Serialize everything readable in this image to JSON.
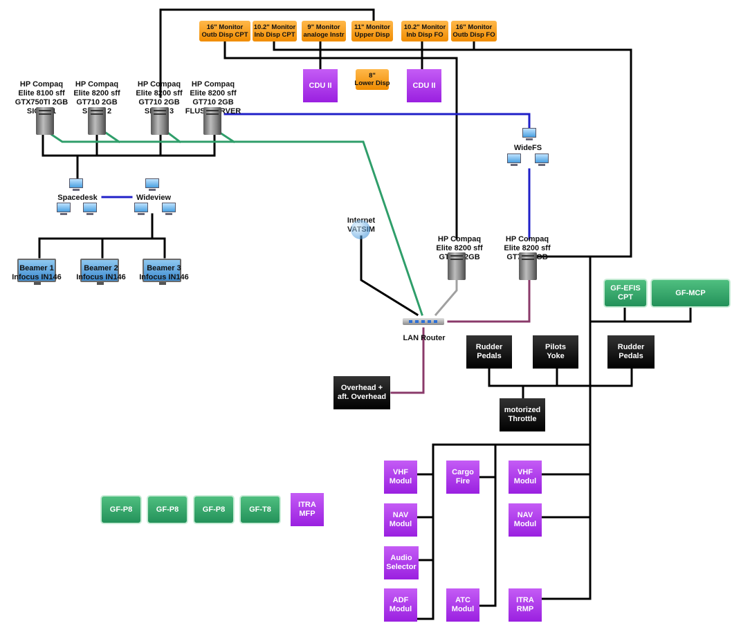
{
  "monitors": [
    {
      "id": "m16cpt",
      "line1": "16\" Monitor",
      "line2": "Outb Disp CPT"
    },
    {
      "id": "m102cpt",
      "line1": "10.2\" Monitor",
      "line2": "Inb Disp CPT"
    },
    {
      "id": "m9",
      "line1": "9\" Monitor",
      "line2": "analoge Instr"
    },
    {
      "id": "m11",
      "line1": "11\" Monitor",
      "line2": "Upper Disp"
    },
    {
      "id": "m102fo",
      "line1": "10.2\" Monitor",
      "line2": "Inb Disp FO"
    },
    {
      "id": "m16fo",
      "line1": "16\" Monitor",
      "line2": "Outb Disp FO"
    }
  ],
  "lower_disp": {
    "line1": "8\"",
    "line2": "Lower Disp"
  },
  "cdu": [
    "CDU II",
    "CDU II"
  ],
  "pcs": [
    {
      "line1": "HP Compaq",
      "line2": "Elite 8100 sff",
      "line3": "GTX750TI 2GB",
      "line4": "SICHT 1"
    },
    {
      "line1": "HP Compaq",
      "line2": "Elite 8200 sff",
      "line3": "GT710 2GB",
      "line4": "SICHT 2"
    },
    {
      "line1": "HP Compaq",
      "line2": "Elite 8200 sff",
      "line3": "GT710 2GB",
      "line4": "SICHT 3"
    },
    {
      "line1": "HP Compaq",
      "line2": "Elite 8200 sff",
      "line3": "GT710 2GB",
      "line4": "FLUSI-SERVER"
    },
    {
      "line1": "HP Compaq",
      "line2": "Elite 8200 sff",
      "line3": "GT710 2GB",
      "line4": ""
    },
    {
      "line1": "HP Compaq",
      "line2": "Elite 8200 sff",
      "line3": "GT710 2GB",
      "line4": ""
    }
  ],
  "spacedesk": "Spacedesk",
  "wideview": "Wideview",
  "widefs": "WideFS",
  "internet": {
    "line1": "Internet",
    "line2": "VATSIM"
  },
  "router": "LAN Router",
  "beamers": [
    {
      "line1": "Beamer 1",
      "line2": "Infocus IN146"
    },
    {
      "line1": "Beamer 2",
      "line2": "Infocus IN146"
    },
    {
      "line1": "Beamer 3",
      "line2": "Infocus IN146"
    }
  ],
  "black_boxes": {
    "rudder_left": {
      "line1": "Rudder",
      "line2": "Pedals"
    },
    "pilots_yoke": {
      "line1": "Pilots",
      "line2": "Yoke"
    },
    "rudder_right": {
      "line1": "Rudder",
      "line2": "Pedals"
    },
    "overhead": {
      "line1": "Overhead +",
      "line2": "aft. Overhead"
    },
    "throttle": {
      "line1": "motorized",
      "line2": "Throttle"
    }
  },
  "green_boxes": {
    "efis": {
      "line1": "GF-EFIS",
      "line2": "CPT"
    },
    "mcp": "GF-MCP",
    "p8_1": "GF-P8",
    "p8_2": "GF-P8",
    "p8_3": "GF-P8",
    "t8": "GF-T8"
  },
  "purple_modules": {
    "itra_mfp": {
      "line1": "ITRA",
      "line2": "MFP"
    },
    "vhf_left": {
      "line1": "VHF",
      "line2": "Modul"
    },
    "cargo_fire": {
      "line1": "Cargo",
      "line2": "Fire"
    },
    "vhf_right": {
      "line1": "VHF",
      "line2": "Modul"
    },
    "nav_left": {
      "line1": "NAV",
      "line2": "Modul"
    },
    "nav_right": {
      "line1": "NAV",
      "line2": "Modul"
    },
    "audio": {
      "line1": "Audio",
      "line2": "Selector"
    },
    "adf": {
      "line1": "ADF",
      "line2": "Modul"
    },
    "atc": {
      "line1": "ATC",
      "line2": "Modul"
    },
    "itra_rmp": {
      "line1": "ITRA",
      "line2": "RMP"
    }
  },
  "colors": {
    "usb": "#000000",
    "lan_green": "#2f9e6a",
    "lan_purple": "#8a3a6a",
    "lan_grey": "#a0a0a0",
    "widefs_blue": "#1f1fc8"
  }
}
